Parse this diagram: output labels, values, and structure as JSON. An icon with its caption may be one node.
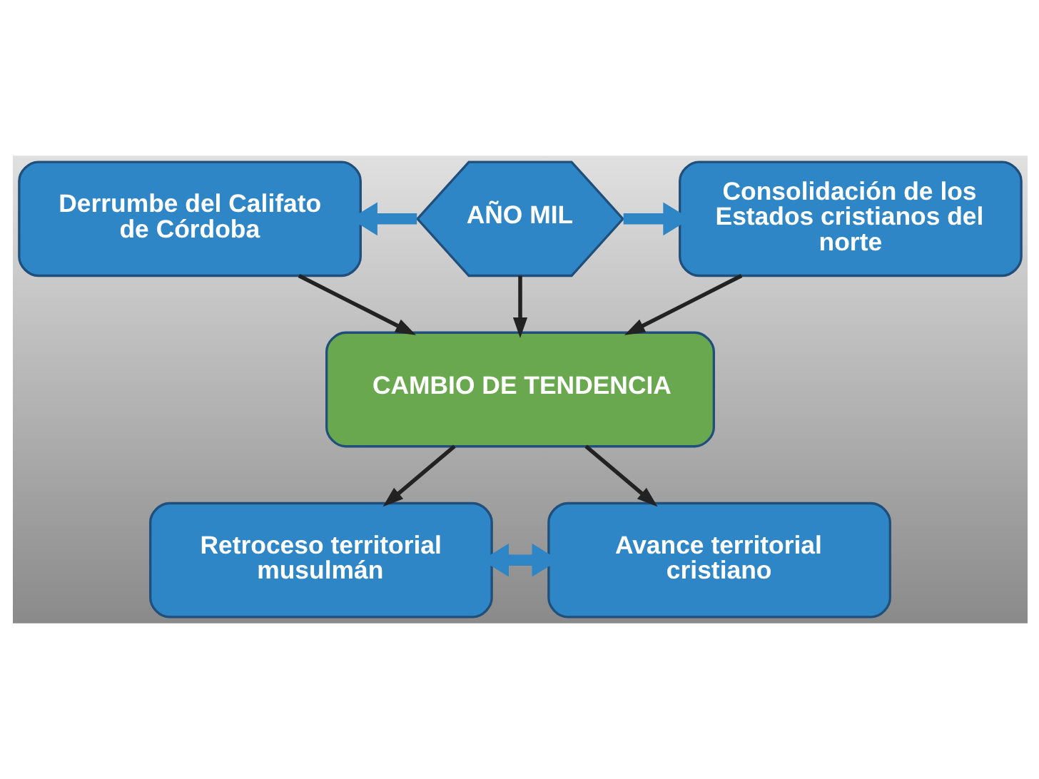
{
  "diagram": {
    "nodes": [
      {
        "text": [
          "Derrumbe del Califato de Córdoba"
        ]
      },
      {
        "text": [
          "AÑO MIL"
        ]
      },
      {
        "text": [
          "Consolidación de los Estados cristianos del norte"
        ]
      },
      {
        "text": [
          "CAMBIO DE TENDENCIA"
        ]
      },
      {
        "text": [
          "Retroceso territorial musulmán"
        ]
      },
      {
        "text": [
          "Avance territorial cristiano"
        ]
      }
    ],
    "edges": [
      {
        "from": 1,
        "to": 0,
        "arrow": "to",
        "style": "thick",
        "color": "#2f86c6"
      },
      {
        "from": 1,
        "to": 2,
        "arrow": "to",
        "style": "thick",
        "color": "#2f86c6"
      },
      {
        "from": 0,
        "to": 3,
        "arrow": "to"
      },
      {
        "from": 1,
        "to": 3,
        "arrow": "to"
      },
      {
        "from": 2,
        "to": 3,
        "arrow": "to"
      },
      {
        "from": 3,
        "to": 4,
        "arrow": "to"
      },
      {
        "from": 3,
        "to": 5,
        "arrow": "to"
      },
      {
        "from": 4,
        "to": 5,
        "arrow": "both",
        "style": "thick",
        "color": "#2f86c6"
      }
    ]
  }
}
